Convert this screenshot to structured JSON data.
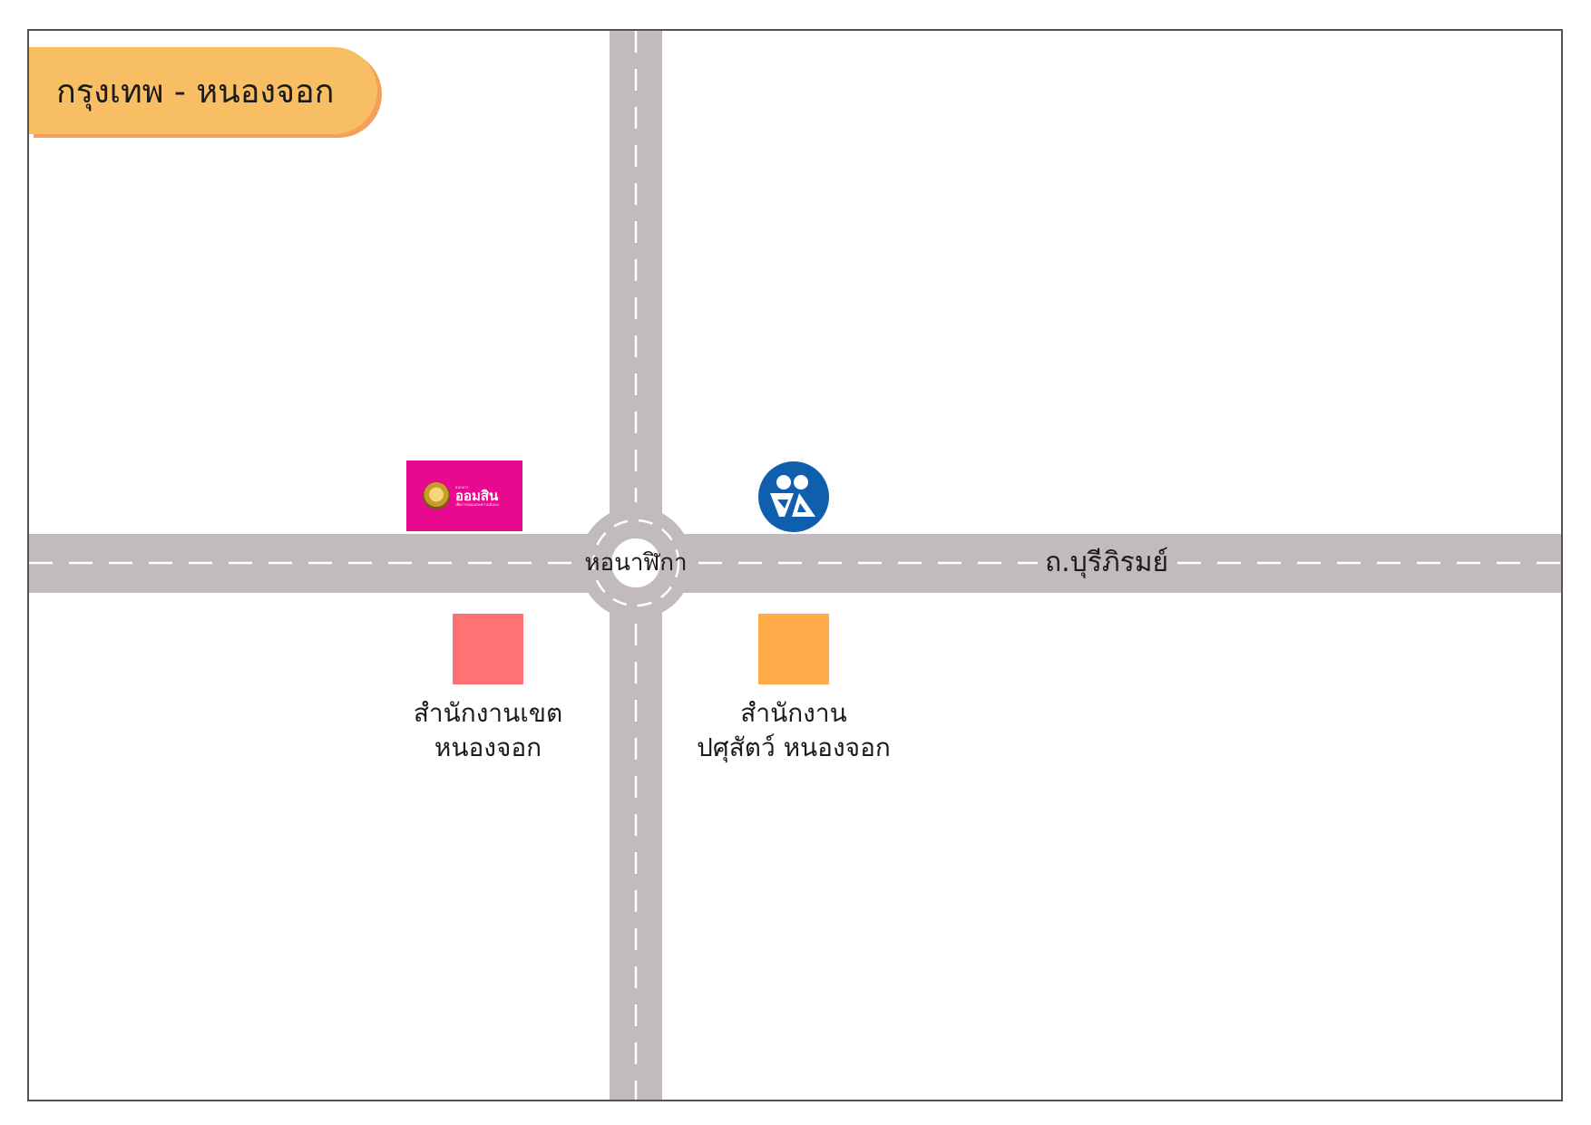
{
  "title": "กรุงเทพ - หนองจอก",
  "roads": {
    "horizontal_name": "ถ.บุรีภิรมย์",
    "junction_name": "หอนาฬิกา"
  },
  "landmarks": {
    "bank": {
      "icon": "gsb-bank-logo",
      "small_text": "ธนาคาร",
      "name": "ออมสิน",
      "sub_text": "เพื่อการออมและความมั่นคง",
      "color": "#e8098e"
    },
    "police": {
      "icon": "police-station-icon",
      "color": "#0f5fae"
    },
    "district_office": {
      "color": "#ff7175",
      "label_lines": [
        "สำนักงานเขต",
        "หนองจอก"
      ]
    },
    "livestock_office": {
      "color": "#ffab49",
      "label_lines": [
        "สำนักงาน",
        "ปศุสัตว์ หนองจอก"
      ]
    }
  },
  "colors": {
    "road": "#c1bbbd",
    "road_dash": "#ffffff",
    "title_bg": "#f8be63",
    "title_shadow": "#f3a05a",
    "frame_border": "#5a514b"
  }
}
